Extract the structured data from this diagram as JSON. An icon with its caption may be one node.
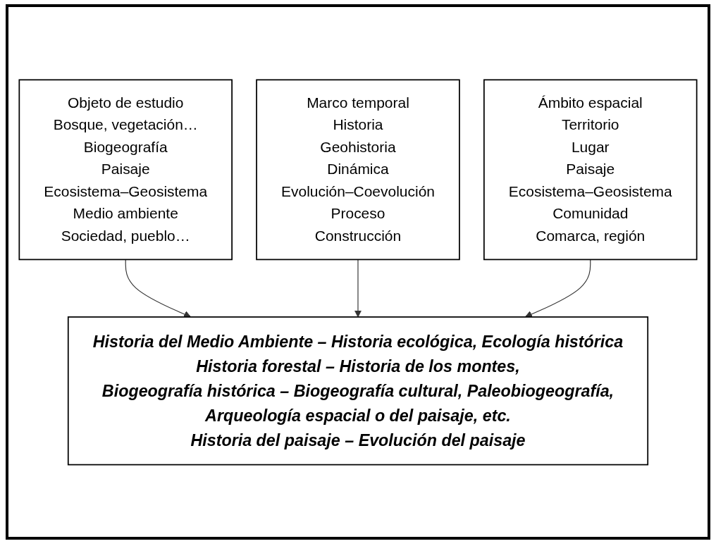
{
  "diagram": {
    "nodes": [
      {
        "text": [
          "Objeto de estudio",
          "Bosque, vegetación…",
          "Biogeografía",
          "Paisaje",
          "Ecosistema–Geosistema",
          "Medio ambiente",
          "Sociedad, pueblo…"
        ]
      },
      {
        "text": [
          "Marco temporal",
          "Historia",
          "Geohistoria",
          "Dinámica",
          "Evolución–Coevolución",
          "Proceso",
          "Construcción"
        ]
      },
      {
        "text": [
          "Ámbito espacial",
          "Territorio",
          "Lugar",
          "Paisaje",
          "Ecosistema–Geosistema",
          "Comunidad",
          "Comarca, región"
        ]
      },
      {
        "text": [
          "Historia del Medio Ambiente – Historia ecológica, Ecología histórica",
          "Historia forestal – Historia de los montes,",
          "Biogeografía histórica – Biogeografía cultural, Paleobiogeografía,",
          "Arqueología espacial o del paisaje, etc.",
          "Historia del paisaje – Evolución del paisaje"
        ]
      }
    ],
    "edges": [
      {
        "from": 0,
        "to": 3,
        "arrow": "to"
      },
      {
        "from": 1,
        "to": 3,
        "arrow": "to"
      },
      {
        "from": 2,
        "to": 3,
        "arrow": "to"
      }
    ]
  }
}
